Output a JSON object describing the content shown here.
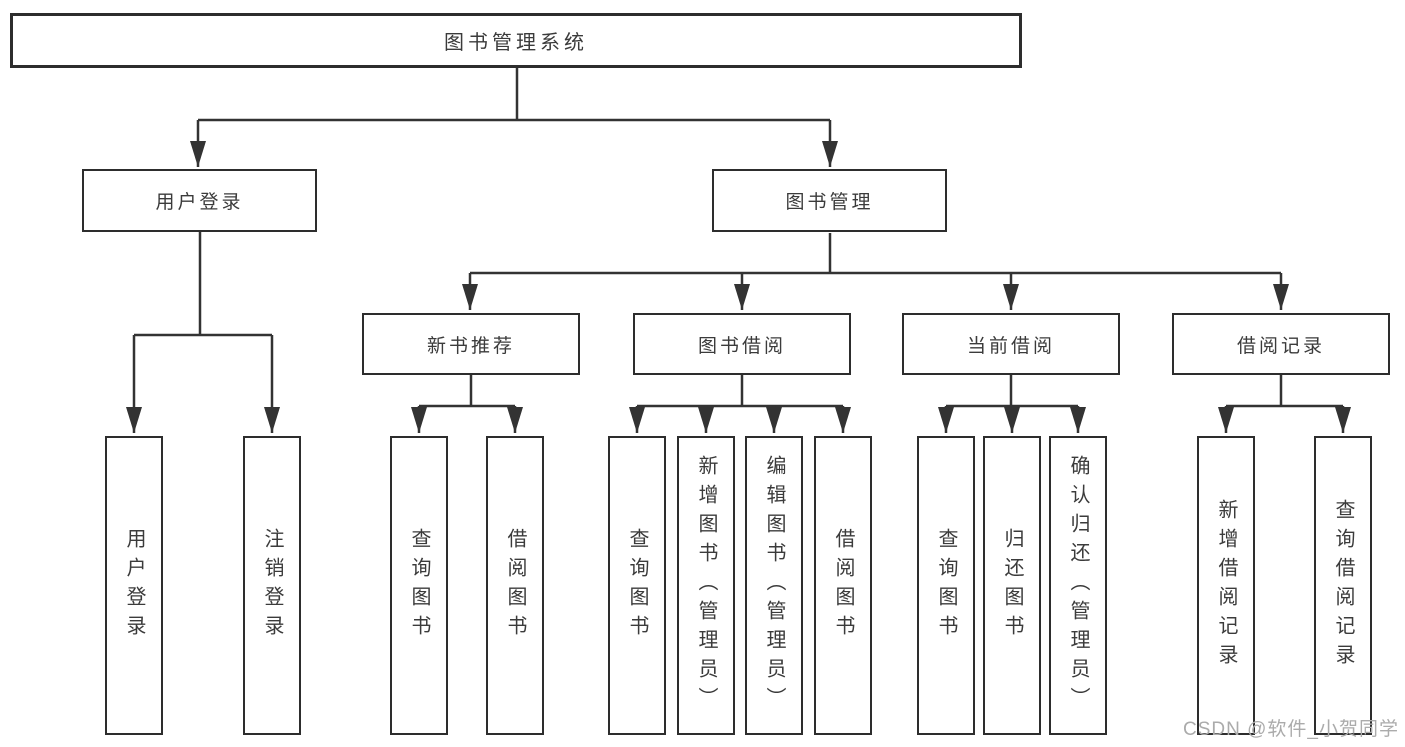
{
  "nodes": {
    "root": {
      "label": "图书管理系统"
    },
    "level2": [
      {
        "label": "用户登录"
      },
      {
        "label": "图书管理"
      }
    ],
    "level3": [
      {
        "label": "新书推荐",
        "parent": "图书管理"
      },
      {
        "label": "图书借阅",
        "parent": "图书管理"
      },
      {
        "label": "当前借阅",
        "parent": "图书管理"
      },
      {
        "label": "借阅记录",
        "parent": "图书管理"
      }
    ],
    "leaves": [
      {
        "label": "用户登录",
        "parent": "用户登录"
      },
      {
        "label": "注销登录",
        "parent": "用户登录"
      },
      {
        "label": "查询图书",
        "parent": "新书推荐"
      },
      {
        "label": "借阅图书",
        "parent": "新书推荐"
      },
      {
        "label": "查询图书",
        "parent": "图书借阅"
      },
      {
        "label": "新增图书（管理员）",
        "parent": "图书借阅"
      },
      {
        "label": "编辑图书（管理员）",
        "parent": "图书借阅"
      },
      {
        "label": "借阅图书",
        "parent": "图书借阅"
      },
      {
        "label": "查询图书",
        "parent": "当前借阅"
      },
      {
        "label": "归还图书",
        "parent": "当前借阅"
      },
      {
        "label": "确认归还（管理员）",
        "parent": "当前借阅"
      },
      {
        "label": "新增借阅记录",
        "parent": "借阅记录"
      },
      {
        "label": "查询借阅记录",
        "parent": "借阅记录"
      }
    ]
  },
  "watermark": {
    "text": "CSDN @软件_小贺同学"
  },
  "colors": {
    "line": "#333333",
    "border": "#2d2d2d",
    "text": "#3b3b3b",
    "watermark": "#ababab",
    "background": "#ffffff"
  }
}
